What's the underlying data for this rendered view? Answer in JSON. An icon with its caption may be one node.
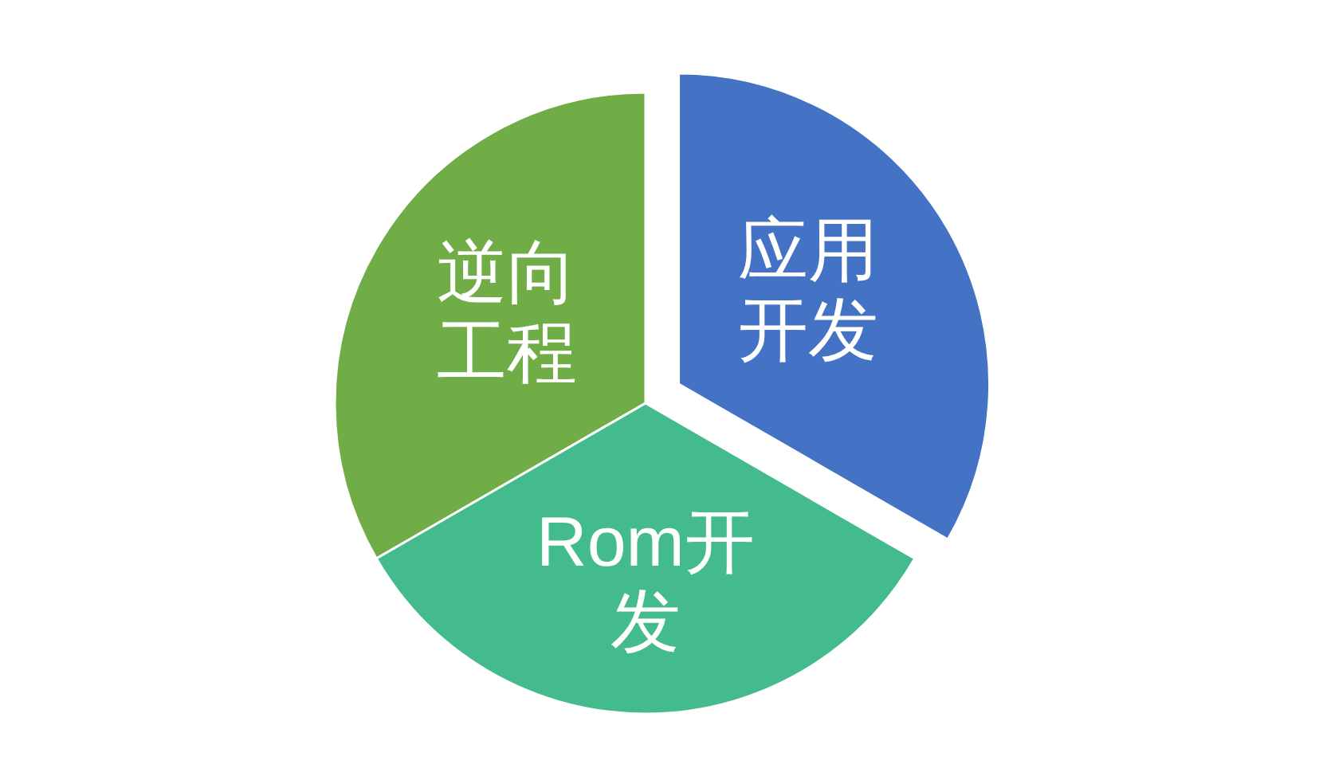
{
  "diagram": {
    "nodes": [
      {
        "text": [
          "逆向工程"
        ]
      },
      {
        "text": [
          "应用开发"
        ]
      },
      {
        "text": [
          "Rom开发"
        ]
      }
    ]
  }
}
